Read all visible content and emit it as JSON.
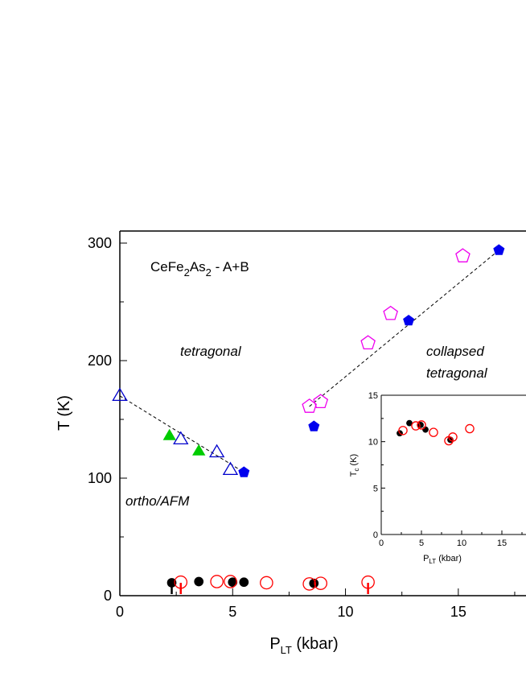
{
  "chart_data": [
    {
      "type": "scatter",
      "title": "",
      "xlabel": {
        "main": "P",
        "sub": "LT",
        "unit": " (kbar)"
      },
      "ylabel": "T (K)",
      "xlim": [
        0,
        18
      ],
      "ylim": [
        0,
        300
      ],
      "xticks": [
        0,
        5,
        10,
        15
      ],
      "yticks": [
        0,
        100,
        200,
        300
      ],
      "annotations": {
        "compound": {
          "pre": "CeFe",
          "s1": "2",
          "mid": "As",
          "s2": "2",
          "post": " - A+B"
        },
        "tetragonal": "tetragonal",
        "collapsed1": "collapsed",
        "collapsed2": "tetragonal",
        "ortho": "ortho/AFM"
      },
      "series": [
        {
          "marker": "open-triangle",
          "color": "#0000cc",
          "points": [
            [
              0,
              170
            ],
            [
              2.7,
              133
            ],
            [
              4.3,
              122
            ],
            [
              4.9,
              107
            ]
          ]
        },
        {
          "marker": "filled-triangle",
          "color": "#00cc00",
          "points": [
            [
              2.2,
              136
            ],
            [
              3.5,
              123
            ]
          ]
        },
        {
          "marker": "filled-pentagon",
          "color": "#0000ee",
          "points": [
            [
              5.5,
              105
            ],
            [
              8.6,
              144
            ],
            [
              12.8,
              234
            ],
            [
              16.8,
              294
            ]
          ]
        },
        {
          "marker": "open-pentagon",
          "color": "#ee00ee",
          "points": [
            [
              8.4,
              161
            ],
            [
              8.9,
              165
            ],
            [
              11.0,
              215
            ],
            [
              12.0,
              240
            ],
            [
              15.2,
              289
            ]
          ]
        },
        {
          "marker": "filled-circle",
          "color": "#000000",
          "points": [
            [
              2.3,
              11
            ],
            [
              3.5,
              12
            ],
            [
              5.0,
              11.5
            ],
            [
              5.5,
              11.5
            ],
            [
              8.6,
              10.5
            ]
          ]
        },
        {
          "marker": "open-circle",
          "color": "#ff0000",
          "points": [
            [
              2.7,
              11.5
            ],
            [
              4.3,
              12
            ],
            [
              4.9,
              12
            ],
            [
              6.5,
              11
            ],
            [
              8.4,
              10
            ],
            [
              8.9,
              10.5
            ],
            [
              11.0,
              11.5
            ]
          ]
        }
      ],
      "arrows": [
        {
          "x": 2.3,
          "color": "#000000"
        },
        {
          "x": 2.7,
          "color": "#ff0000"
        },
        {
          "x": 11.0,
          "color": "#ff0000"
        }
      ],
      "guide_lines": [
        [
          [
            0,
            170
          ],
          [
            5.5,
            105
          ]
        ],
        [
          [
            8.4,
            161
          ],
          [
            16.8,
            294
          ]
        ]
      ]
    },
    {
      "type": "scatter",
      "title": "",
      "xlabel": {
        "main": "P",
        "sub": "LT",
        "unit": " (kbar)"
      },
      "ylabel": {
        "main": "T",
        "sub": "c",
        "unit": " (K)"
      },
      "xlim": [
        0,
        18
      ],
      "ylim": [
        0,
        15
      ],
      "xticks": [
        0,
        5,
        10,
        15
      ],
      "yticks": [
        0,
        5,
        10,
        15
      ],
      "series": [
        {
          "marker": "filled-circle",
          "color": "#000000",
          "points": [
            [
              2.3,
              10.9
            ],
            [
              3.5,
              12.0
            ],
            [
              4.9,
              11.8
            ],
            [
              5.5,
              11.3
            ],
            [
              8.6,
              10.2
            ]
          ]
        },
        {
          "marker": "open-circle",
          "color": "#ff0000",
          "points": [
            [
              2.7,
              11.2
            ],
            [
              4.3,
              11.7
            ],
            [
              5.0,
              11.8
            ],
            [
              6.5,
              11.0
            ],
            [
              8.4,
              10.1
            ],
            [
              8.9,
              10.5
            ],
            [
              11.0,
              11.4
            ]
          ]
        }
      ]
    }
  ]
}
